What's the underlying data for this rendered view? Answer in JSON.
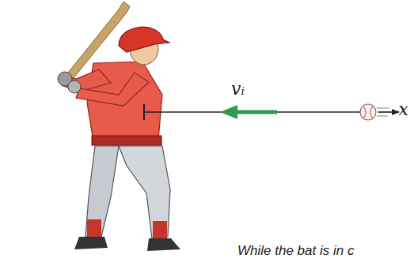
{
  "diagram": {
    "labels": [
      "vᵢ",
      "x",
      "While the bat is in c"
    ]
  }
}
